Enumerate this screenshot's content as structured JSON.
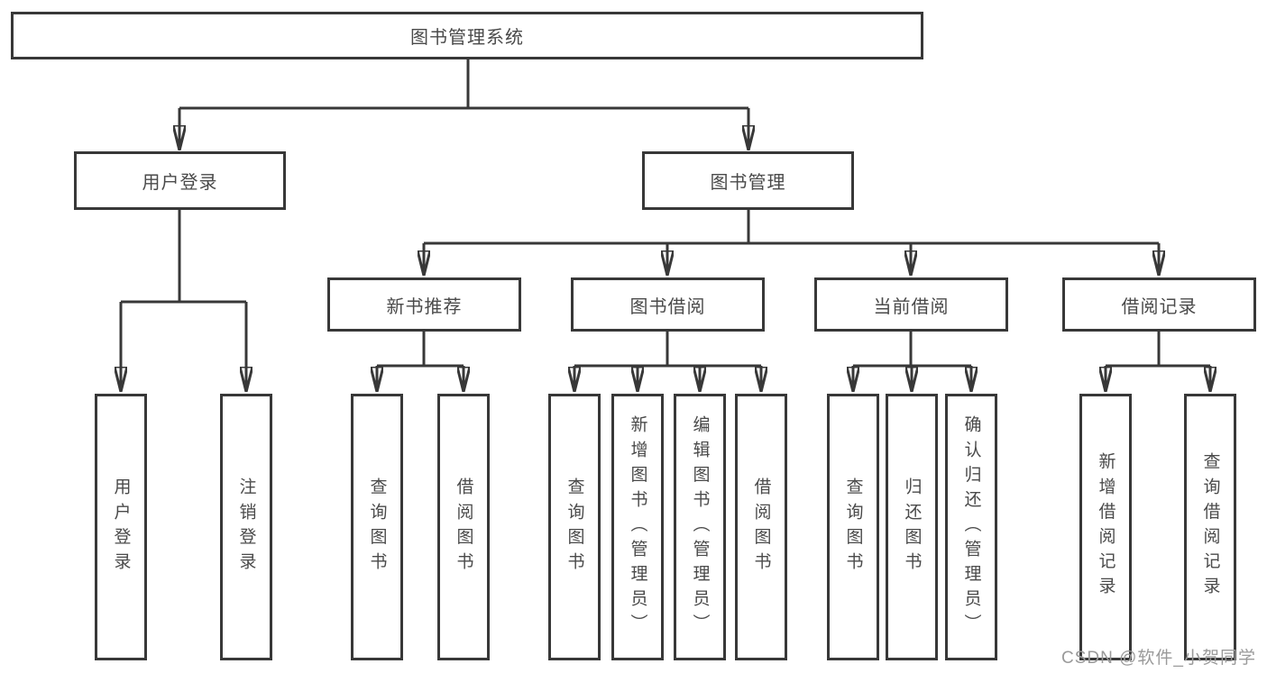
{
  "diagram": {
    "root": {
      "label": "图书管理系统"
    },
    "level1": [
      {
        "label": "用户登录"
      },
      {
        "label": "图书管理"
      }
    ],
    "level2": [
      {
        "label": "新书推荐"
      },
      {
        "label": "图书借阅"
      },
      {
        "label": "当前借阅"
      },
      {
        "label": "借阅记录"
      }
    ],
    "leaves": {
      "user_login": [
        "用户登录",
        "注销登录"
      ],
      "new_book": [
        "查询图书",
        "借阅图书"
      ],
      "book_borrow": [
        "查询图书",
        "新增图书（管理员）",
        "编辑图书（管理员）",
        "借阅图书"
      ],
      "current_borrow": [
        "查询图书",
        "归还图书",
        "确认归还（管理员）"
      ],
      "records": [
        "新增借阅记录",
        "查询借阅记录"
      ]
    }
  },
  "watermark": {
    "text": "CSDN @软件_小贺同学"
  },
  "colors": {
    "line": "#383838",
    "text": "#4a4a4a",
    "watermark": "#9a9a9a",
    "background": "#ffffff"
  }
}
